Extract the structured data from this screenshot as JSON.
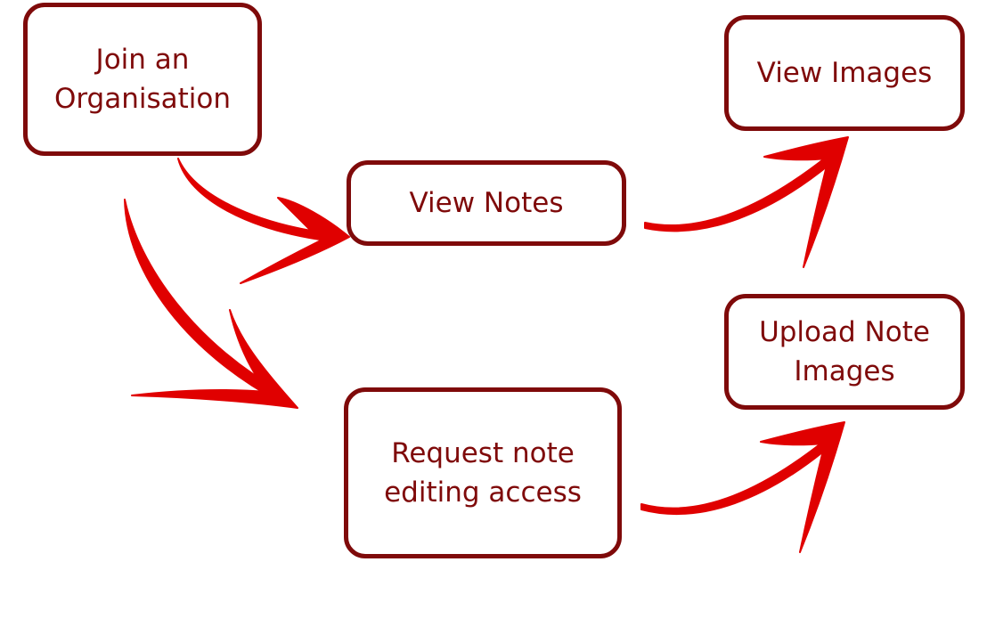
{
  "nodes": {
    "join": {
      "lines": [
        "Join an",
        "Organisation"
      ]
    },
    "view_notes": {
      "lines": [
        "View Notes"
      ]
    },
    "view_images": {
      "lines": [
        "View Images"
      ]
    },
    "upload": {
      "lines": [
        "Upload Note",
        "Images"
      ]
    },
    "request": {
      "lines": [
        "Request note",
        "editing access"
      ]
    }
  },
  "colors": {
    "box_border": "#7f0a0a",
    "box_text": "#7f0a0a",
    "arrow": "#e00000"
  }
}
